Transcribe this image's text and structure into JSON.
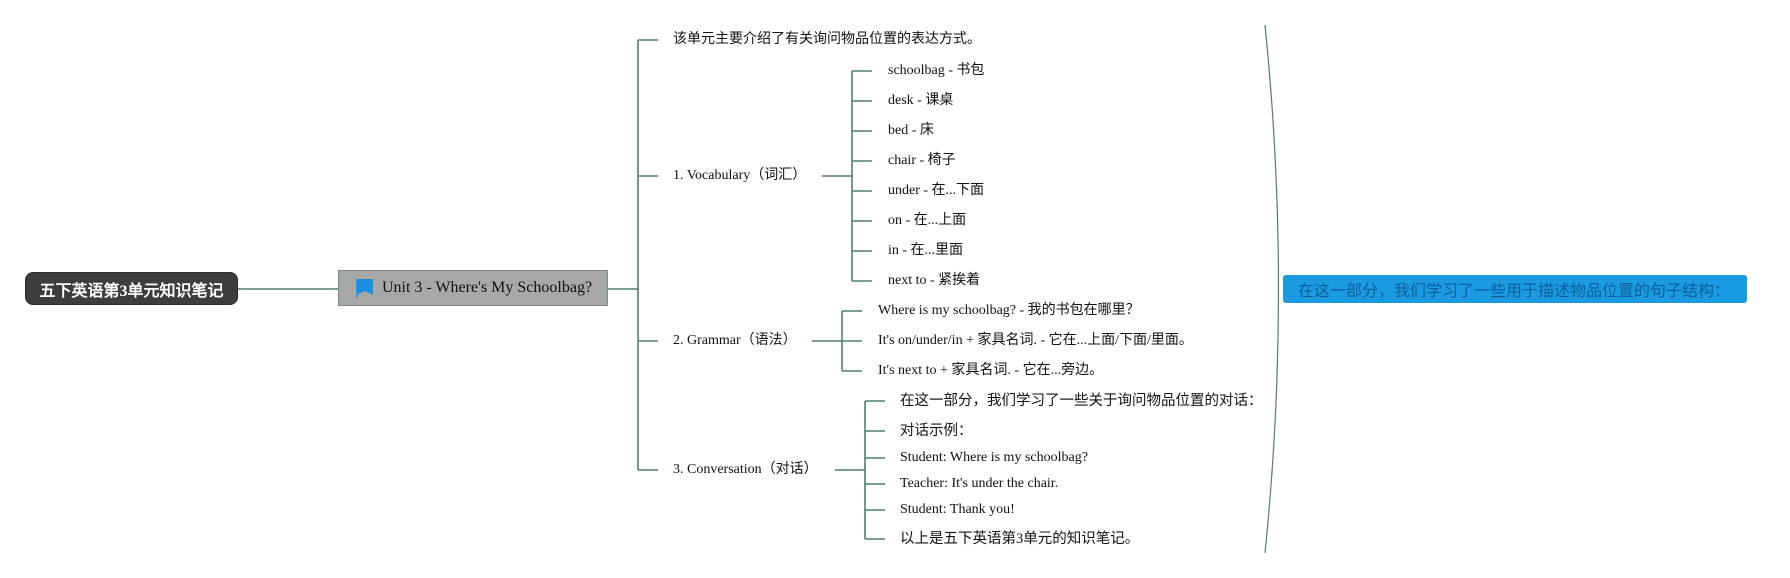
{
  "root": {
    "title": "五下英语第3单元知识笔记"
  },
  "unit": {
    "label": "Unit 3 - Where's My Schoolbag?",
    "icon": "flag-icon"
  },
  "intro": "该单元主要介绍了有关询问物品位置的表达方式。",
  "vocabulary": {
    "label": "1. Vocabulary（词汇）",
    "items": [
      "schoolbag - 书包",
      "desk - 课桌",
      "bed - 床",
      "chair - 椅子",
      "under - 在...下面",
      "on - 在...上面",
      "in - 在...里面",
      "next to - 紧挨着"
    ]
  },
  "grammar": {
    "label": "2. Grammar（语法）",
    "items": [
      "Where is my schoolbag? - 我的书包在哪里？",
      "It's on/under/in + 家具名词. - 它在...上面/下面/里面。",
      "It's next to + 家具名词. - 它在...旁边。"
    ]
  },
  "conversation": {
    "label": "3. Conversation（对话）",
    "items": [
      "在这一部分，我们学习了一些关于询问物品位置的对话：",
      "对话示例：",
      "Student: Where is my schoolbag?",
      "Teacher: It's under the chair.",
      "Student: Thank you!",
      "以上是五下英语第3单元的知识笔记。"
    ]
  },
  "summary": {
    "text": "在这一部分，我们学习了一些用于描述物品位置的句子结构："
  },
  "colors": {
    "connector": "#4d7f72",
    "root_bg": "#3d3d3d",
    "unit_bg": "#a8a8a8",
    "summary_bg": "#1a9ae0",
    "summary_text": "#0f5f99",
    "flag": "#1a8fe0"
  }
}
